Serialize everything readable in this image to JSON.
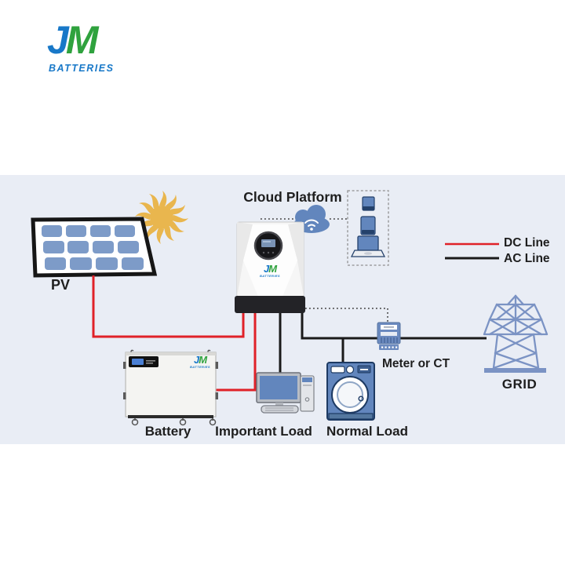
{
  "brand": {
    "j": "J",
    "m": "M",
    "name": "BATTERIES",
    "j_color": "#1878c8",
    "m_color": "#2fa23e"
  },
  "labels": {
    "cloud_platform": "Cloud Platform",
    "pv": "PV",
    "battery": "Battery",
    "important_load": "Important Load",
    "normal_load": "Normal Load",
    "meter": "Meter or CT",
    "grid": "GRID"
  },
  "legend": {
    "dc_label": "DC Line",
    "ac_label": "AC Line",
    "dc_color": "#e02128",
    "ac_color": "#1a1a1a"
  },
  "colors": {
    "background_band": "#e9edf5",
    "device_blue": "#6286bd",
    "device_outline": "#1d3a63",
    "pv_cell_blue": "#7d9bc8",
    "tower_blue": "#7b93c4",
    "sun_gold": "#e9b64e",
    "dc_line": "#e02128",
    "ac_line": "#1a1a1a"
  },
  "icons": [
    "sun-icon",
    "pv-panel-icon",
    "inverter-icon",
    "cloud-icon",
    "wifi-icon",
    "devices-box",
    "dongle-icon",
    "phone-icon",
    "laptop-icon",
    "battery-icon",
    "computer-icon",
    "washing-machine-icon",
    "meter-icon",
    "grid-tower-icon"
  ]
}
